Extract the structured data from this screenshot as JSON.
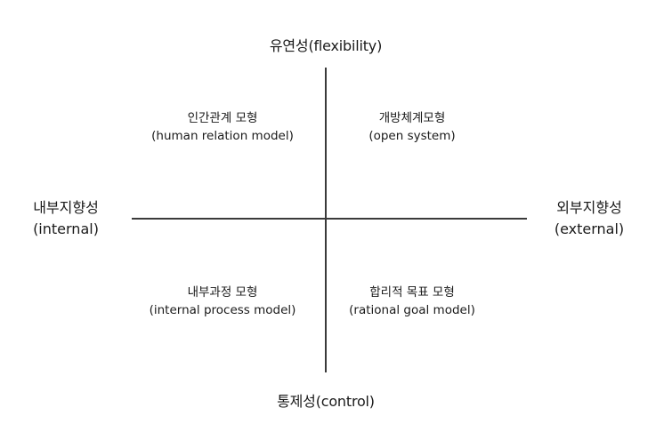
{
  "axes": {
    "top": "유연성(flexibility)",
    "bottom": "통제성(control)",
    "left": {
      "korean": "내부지향성",
      "english": "(internal)"
    },
    "right": {
      "korean": "외부지향성",
      "english": "(external)"
    }
  },
  "quadrants": {
    "top_left": {
      "korean": "인간관계 모형",
      "english": "(human relation model)"
    },
    "top_right": {
      "korean": "개방체계모형",
      "english": "(open system)"
    },
    "bottom_left": {
      "korean": "내부과정 모형",
      "english": "(internal process model)"
    },
    "bottom_right": {
      "korean": "합리적 목표 모형",
      "english": "(rational goal model)"
    }
  }
}
